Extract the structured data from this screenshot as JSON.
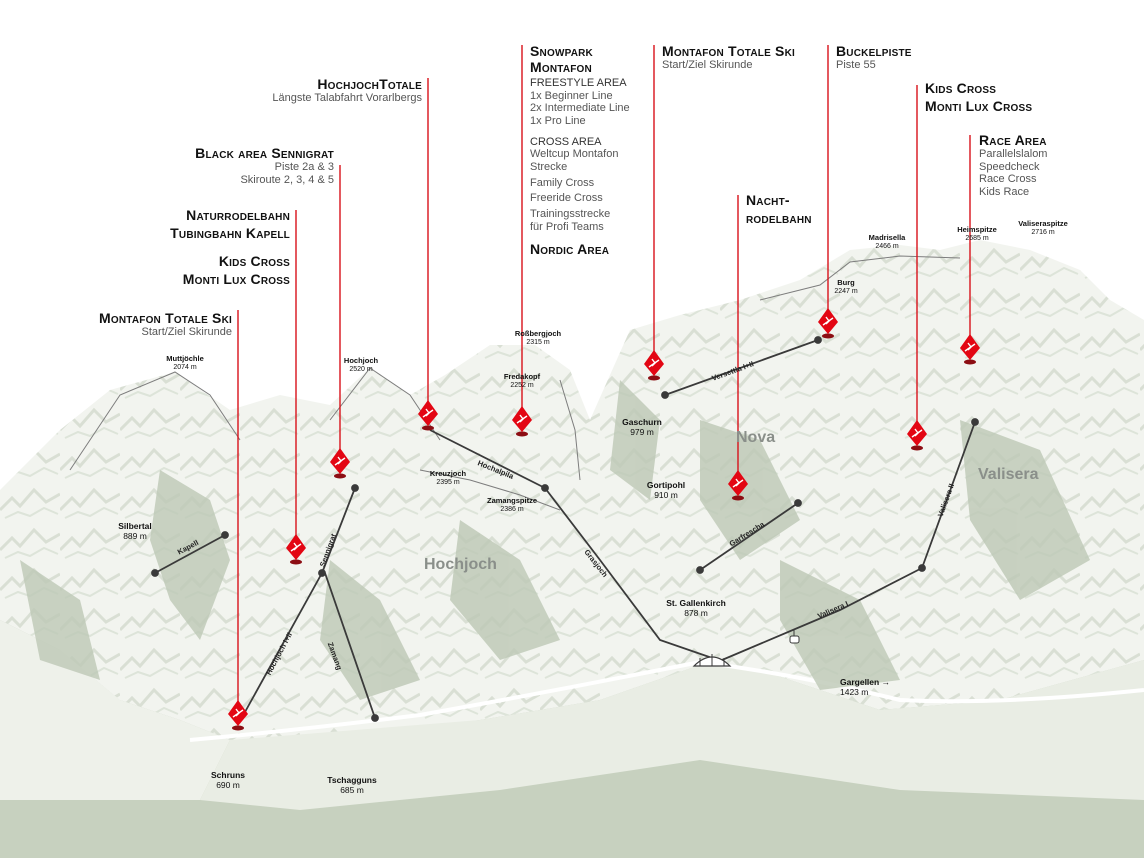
{
  "callouts": {
    "montafon_left": {
      "title": "Montafon Totale Ski",
      "sub": "Start/Ziel Skirunde"
    },
    "naturrodel": {
      "line1": "Naturrodelbahn",
      "line2": "Tubingbahn Kapell",
      "line3": "Kids Cross",
      "line4": "Monti Lux Cross"
    },
    "blackarea": {
      "title": "Black area Sennigrat",
      "sub1": "Piste 2a & 3",
      "sub2": "Skiroute 2, 3, 4 & 5"
    },
    "hochjochtotale": {
      "title": "HochjochTotale",
      "sub": "Längste Talabfahrt Vorarlbergs"
    },
    "snowpark": {
      "title1": "Snowpark",
      "title2": "Montafon",
      "freestyle_head": "FREESTYLE AREA",
      "freestyle": [
        "1x Beginner Line",
        "2x Intermediate Line",
        "1x Pro Line"
      ],
      "cross_head": "CROSS AREA",
      "cross": [
        "Weltcup Montafon",
        "Strecke",
        "Family Cross",
        "Freeride Cross",
        "Trainingsstrecke",
        "für Profi Teams"
      ],
      "nordic": "Nordic Area"
    },
    "montafon_right": {
      "title": "Montafon Totale Ski",
      "sub": "Start/Ziel Skirunde"
    },
    "nachtrodel": {
      "line1": "Nacht-",
      "line2": "rodelbahn"
    },
    "buckelpiste": {
      "title": "Buckelpiste",
      "sub": "Piste 55"
    },
    "kidscross": {
      "line1": "Kids Cross",
      "line2": "Monti Lux Cross"
    },
    "racearea": {
      "title": "Race Area",
      "items": [
        "Parallelslalom",
        "Speedcheck",
        "Race Cross",
        "Kids Race"
      ]
    }
  },
  "peaks": {
    "muttjoechle": {
      "name": "Muttjöchle",
      "alt": "2074 m"
    },
    "hochjoch": {
      "name": "Hochjoch",
      "alt": "2520 m"
    },
    "rossbergjoch": {
      "name": "Roßbergjoch",
      "alt": "2315 m"
    },
    "fredakopf": {
      "name": "Fredakopf",
      "alt": "2252 m"
    },
    "kreuzjoch": {
      "name": "Kreuzjoch",
      "alt": "2395 m"
    },
    "zamangspitze": {
      "name": "Zamangspitze",
      "alt": "2386 m"
    },
    "madrisella": {
      "name": "Madrisella",
      "alt": "2466 m"
    },
    "burg": {
      "name": "Burg",
      "alt": "2247 m"
    },
    "heimspitze": {
      "name": "Heimspitze",
      "alt": "2685 m"
    },
    "valiseraspitze": {
      "name": "Valiseraspitze",
      "alt": "2716 m"
    }
  },
  "towns": {
    "silbertal": {
      "name": "Silbertal",
      "alt": "889 m"
    },
    "gaschurn": {
      "name": "Gaschurn",
      "alt": "979 m"
    },
    "gortipohl": {
      "name": "Gortipohl",
      "alt": "910 m"
    },
    "stgallenkirch": {
      "name": "St. Gallenkirch",
      "alt": "878 m"
    },
    "gargellen": {
      "name": "Gargellen",
      "alt": "1423 m",
      "arrow": "→"
    },
    "schruns": {
      "name": "Schruns",
      "alt": "690 m"
    },
    "tschagguns": {
      "name": "Tschagguns",
      "alt": "685 m"
    }
  },
  "areas": {
    "hochjoch": "Hochjoch",
    "nova": "Nova",
    "valisera": "Valisera"
  },
  "lifts": {
    "kapell": "Kapell",
    "sennigrat": "Sennigrat",
    "hochjoch": "Hochjoch I+II",
    "zamang": "Zamang",
    "hochalpila": "Hochalpila",
    "grasjoch": "Grasjoch",
    "versettla": "Versettla I+II",
    "garfrescha": "Garfrescha",
    "valisera1": "Valisera I",
    "valisera2": "Valisera II"
  },
  "colors": {
    "snow": "#f4f6f1",
    "mountain": "#c9d3c2",
    "rock": "#a9b5a2",
    "marker": "#e30613",
    "line": "#d8121b",
    "lift": "#3a3a3a"
  },
  "markers": [
    "freestyle-ski-icon",
    "freestyle-ski-icon",
    "freestyle-ski-icon",
    "freestyle-ski-icon",
    "freestyle-ski-icon",
    "freestyle-ski-icon",
    "freestyle-ski-icon",
    "freestyle-ski-icon",
    "freestyle-ski-icon"
  ]
}
